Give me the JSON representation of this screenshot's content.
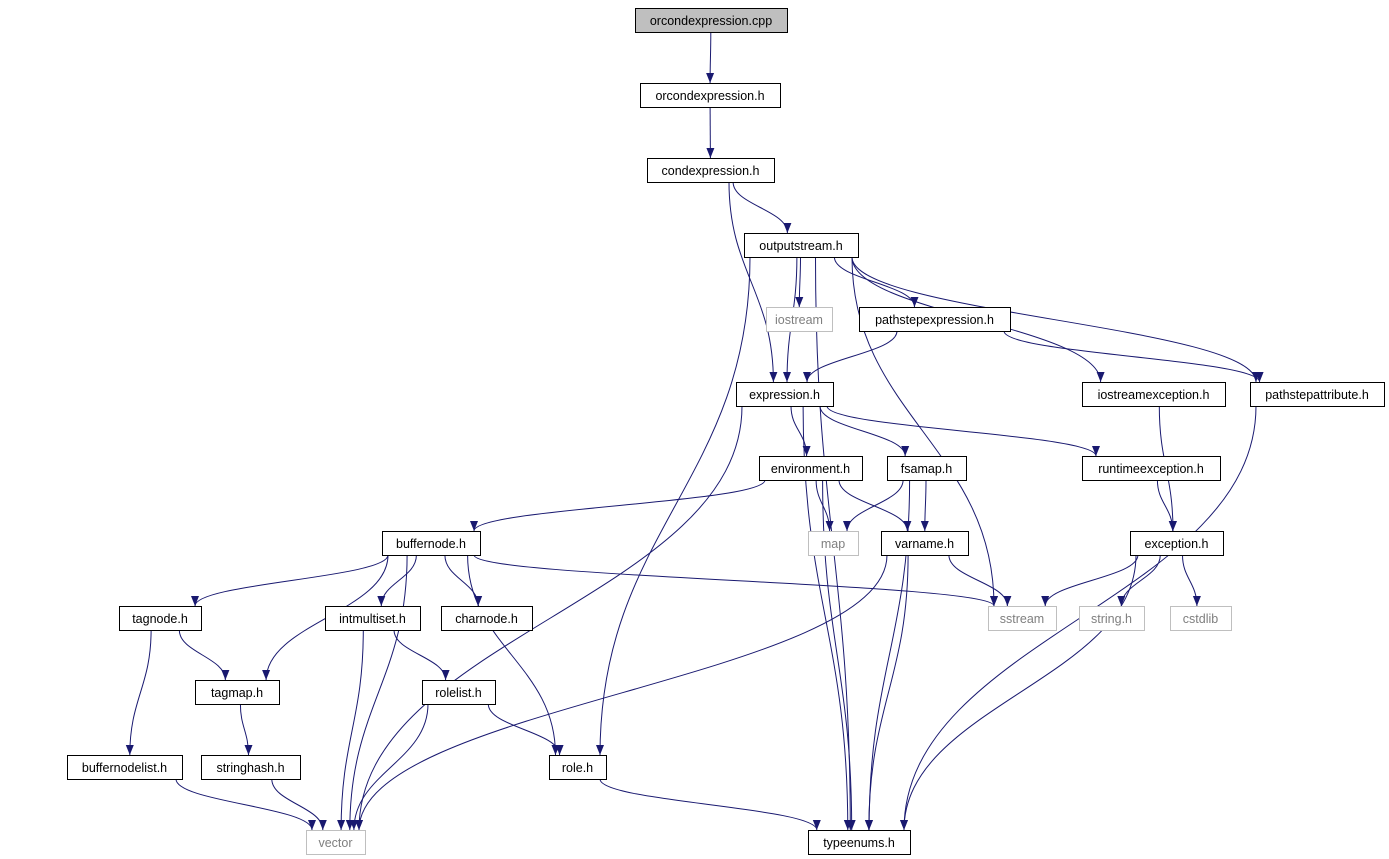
{
  "colors": {
    "edge": "#191970",
    "root_fill": "#bfbfbf",
    "system_border": "#bfbfbf"
  },
  "nodes": [
    {
      "id": "orcondexpression_cpp",
      "label": "orcondexpression.cpp",
      "kind": "root"
    },
    {
      "id": "orcondexpression_h",
      "label": "orcondexpression.h",
      "kind": "local"
    },
    {
      "id": "condexpression_h",
      "label": "condexpression.h",
      "kind": "local"
    },
    {
      "id": "outputstream_h",
      "label": "outputstream.h",
      "kind": "local"
    },
    {
      "id": "iostream",
      "label": "iostream",
      "kind": "system"
    },
    {
      "id": "pathstepexpression_h",
      "label": "pathstepexpression.h",
      "kind": "local"
    },
    {
      "id": "expression_h",
      "label": "expression.h",
      "kind": "local"
    },
    {
      "id": "iostreamexception_h",
      "label": "iostreamexception.h",
      "kind": "local"
    },
    {
      "id": "pathstepattribute_h",
      "label": "pathstepattribute.h",
      "kind": "local"
    },
    {
      "id": "environment_h",
      "label": "environment.h",
      "kind": "local"
    },
    {
      "id": "fsamap_h",
      "label": "fsamap.h",
      "kind": "local"
    },
    {
      "id": "runtimeexception_h",
      "label": "runtimeexception.h",
      "kind": "local"
    },
    {
      "id": "buffernode_h",
      "label": "buffernode.h",
      "kind": "local"
    },
    {
      "id": "map",
      "label": "map",
      "kind": "system"
    },
    {
      "id": "varname_h",
      "label": "varname.h",
      "kind": "local"
    },
    {
      "id": "exception_h",
      "label": "exception.h",
      "kind": "local"
    },
    {
      "id": "tagnode_h",
      "label": "tagnode.h",
      "kind": "local"
    },
    {
      "id": "intmultiset_h",
      "label": "intmultiset.h",
      "kind": "local"
    },
    {
      "id": "charnode_h",
      "label": "charnode.h",
      "kind": "local"
    },
    {
      "id": "sstream",
      "label": "sstream",
      "kind": "system"
    },
    {
      "id": "string_h",
      "label": "string.h",
      "kind": "system"
    },
    {
      "id": "cstdlib",
      "label": "cstdlib",
      "kind": "system"
    },
    {
      "id": "tagmap_h",
      "label": "tagmap.h",
      "kind": "local"
    },
    {
      "id": "rolelist_h",
      "label": "rolelist.h",
      "kind": "local"
    },
    {
      "id": "buffernodelist_h",
      "label": "buffernodelist.h",
      "kind": "local"
    },
    {
      "id": "stringhash_h",
      "label": "stringhash.h",
      "kind": "local"
    },
    {
      "id": "role_h",
      "label": "role.h",
      "kind": "local"
    },
    {
      "id": "vector",
      "label": "vector",
      "kind": "system"
    },
    {
      "id": "typeenums_h",
      "label": "typeenums.h",
      "kind": "local"
    }
  ],
  "edges": [
    [
      "orcondexpression_cpp",
      "orcondexpression_h"
    ],
    [
      "orcondexpression_h",
      "condexpression_h"
    ],
    [
      "condexpression_h",
      "outputstream_h"
    ],
    [
      "condexpression_h",
      "expression_h"
    ],
    [
      "outputstream_h",
      "iostream"
    ],
    [
      "outputstream_h",
      "pathstepexpression_h"
    ],
    [
      "outputstream_h",
      "expression_h"
    ],
    [
      "outputstream_h",
      "iostreamexception_h"
    ],
    [
      "outputstream_h",
      "pathstepattribute_h"
    ],
    [
      "outputstream_h",
      "sstream"
    ],
    [
      "outputstream_h",
      "role_h"
    ],
    [
      "outputstream_h",
      "typeenums_h"
    ],
    [
      "pathstepexpression_h",
      "expression_h"
    ],
    [
      "pathstepexpression_h",
      "pathstepattribute_h"
    ],
    [
      "expression_h",
      "environment_h"
    ],
    [
      "expression_h",
      "fsamap_h"
    ],
    [
      "expression_h",
      "runtimeexception_h"
    ],
    [
      "expression_h",
      "vector"
    ],
    [
      "expression_h",
      "typeenums_h"
    ],
    [
      "environment_h",
      "buffernode_h"
    ],
    [
      "environment_h",
      "map"
    ],
    [
      "environment_h",
      "varname_h"
    ],
    [
      "environment_h",
      "typeenums_h"
    ],
    [
      "fsamap_h",
      "map"
    ],
    [
      "fsamap_h",
      "varname_h"
    ],
    [
      "fsamap_h",
      "typeenums_h"
    ],
    [
      "runtimeexception_h",
      "exception_h"
    ],
    [
      "iostreamexception_h",
      "exception_h"
    ],
    [
      "pathstepattribute_h",
      "typeenums_h"
    ],
    [
      "buffernode_h",
      "tagnode_h"
    ],
    [
      "buffernode_h",
      "tagmap_h"
    ],
    [
      "buffernode_h",
      "intmultiset_h"
    ],
    [
      "buffernode_h",
      "charnode_h"
    ],
    [
      "buffernode_h",
      "role_h"
    ],
    [
      "buffernode_h",
      "sstream"
    ],
    [
      "buffernode_h",
      "vector"
    ],
    [
      "varname_h",
      "sstream"
    ],
    [
      "varname_h",
      "typeenums_h"
    ],
    [
      "varname_h",
      "vector"
    ],
    [
      "exception_h",
      "sstream"
    ],
    [
      "exception_h",
      "string_h"
    ],
    [
      "exception_h",
      "cstdlib"
    ],
    [
      "exception_h",
      "typeenums_h"
    ],
    [
      "tagnode_h",
      "tagmap_h"
    ],
    [
      "tagnode_h",
      "buffernodelist_h"
    ],
    [
      "intmultiset_h",
      "rolelist_h"
    ],
    [
      "intmultiset_h",
      "vector"
    ],
    [
      "tagmap_h",
      "stringhash_h"
    ],
    [
      "rolelist_h",
      "role_h"
    ],
    [
      "rolelist_h",
      "vector"
    ],
    [
      "buffernodelist_h",
      "vector"
    ],
    [
      "stringhash_h",
      "vector"
    ],
    [
      "role_h",
      "typeenums_h"
    ]
  ]
}
